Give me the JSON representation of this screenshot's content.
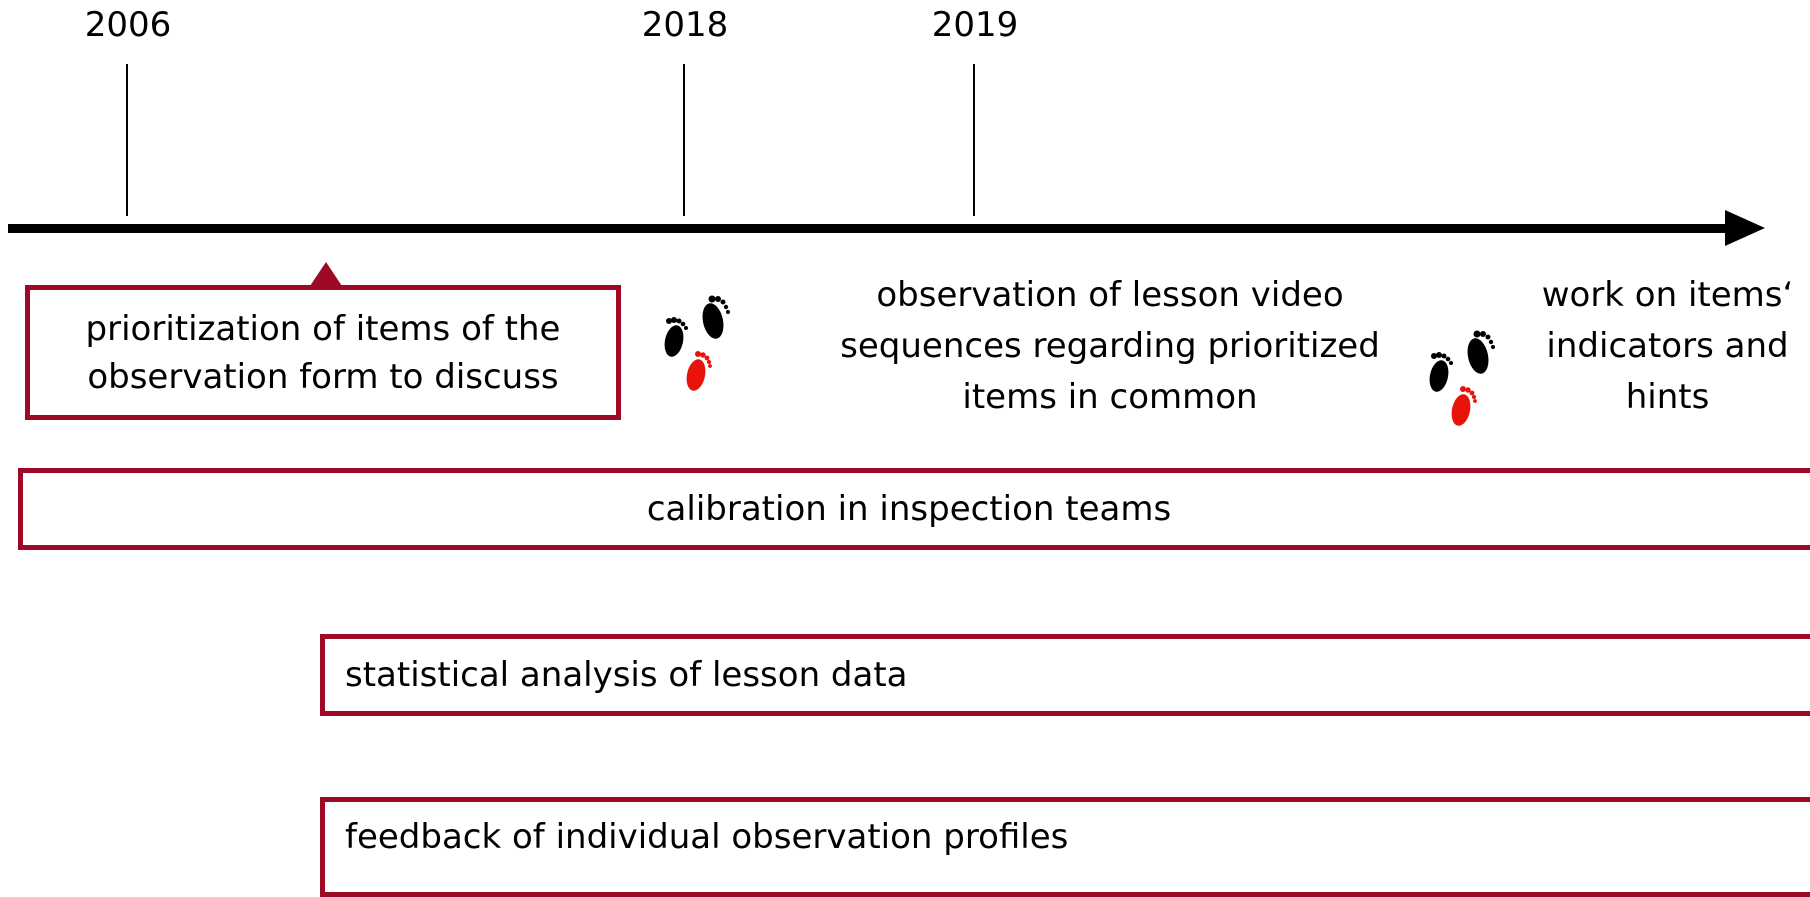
{
  "timeline": {
    "years": [
      "2006",
      "2018",
      "2019"
    ]
  },
  "boxes": {
    "prioritization": "prioritization of items of the observation form to discuss",
    "calibration": "calibration in inspection teams",
    "statistical_analysis": "statistical analysis of lesson data",
    "feedback": "feedback of individual observation profiles"
  },
  "notes": {
    "observation_video": "observation of lesson video sequences regarding prioritized items in common",
    "work_on_items": "work on items‘ indicators and hints"
  },
  "icons": {
    "footprints": "footprints-icon"
  },
  "colors": {
    "accent": "#9e0a25",
    "footprint_black": "#000000",
    "footprint_red": "#e8140c"
  }
}
